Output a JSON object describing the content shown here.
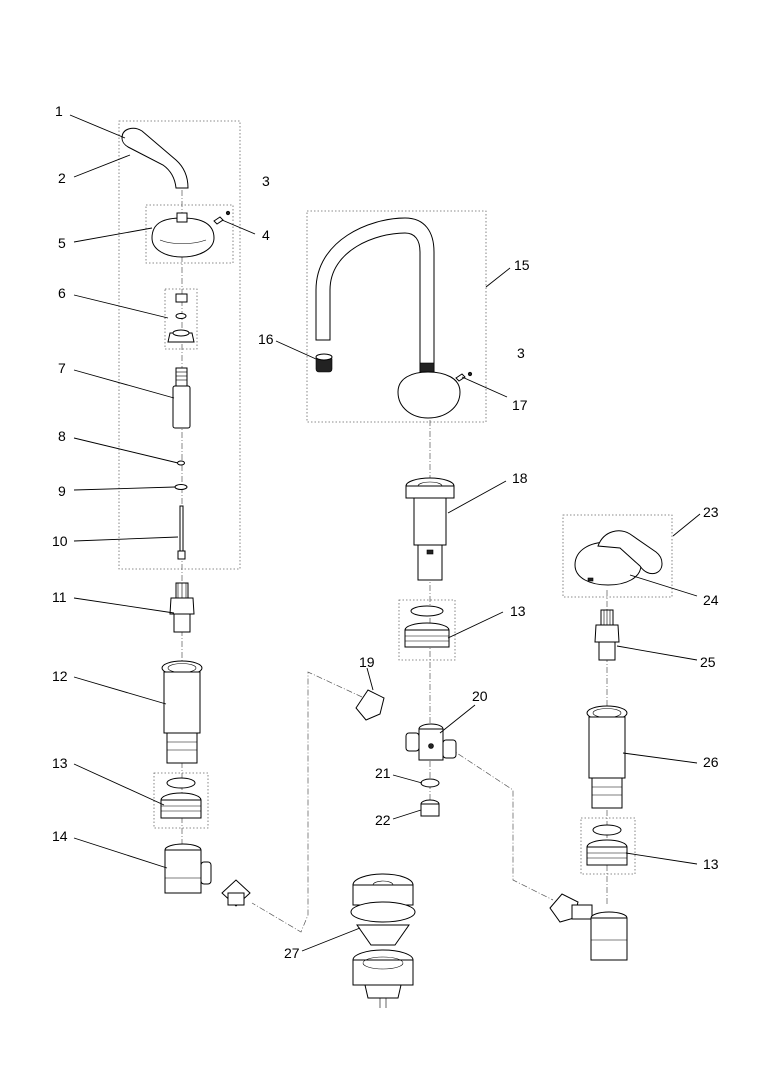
{
  "labels": [
    "1",
    "2",
    "3",
    "4",
    "5",
    "6",
    "7",
    "8",
    "9",
    "10",
    "11",
    "12",
    "13",
    "14",
    "15",
    "16",
    "3",
    "17",
    "18",
    "13",
    "19",
    "20",
    "21",
    "22",
    "23",
    "24",
    "25",
    "26",
    "13",
    "27"
  ]
}
